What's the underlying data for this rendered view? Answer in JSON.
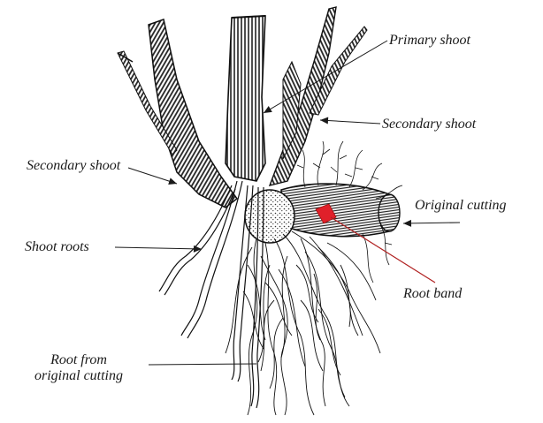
{
  "labels": {
    "primary_shoot": "Primary shoot",
    "secondary_shoot_right": "Secondary shoot",
    "secondary_shoot_left": "Secondary shoot",
    "original_cutting": "Original cutting",
    "shoot_roots": "Shoot roots",
    "root_band": "Root band",
    "root_from_line1": "Root from",
    "root_from_line2": "original cutting"
  },
  "colors": {
    "ink": "#1a1a1a",
    "shading": "#3a3a3a",
    "root_band": "#e0202a",
    "root_band_leader": "#b02020"
  },
  "icons": {
    "arrowhead": "arrowhead-icon"
  }
}
